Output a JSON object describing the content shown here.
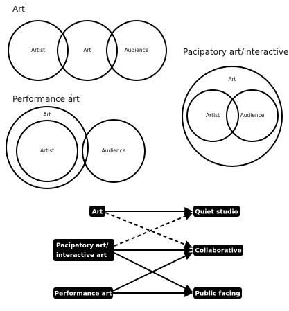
{
  "venn_art": {
    "title": "Art",
    "title_sup": "1",
    "labels": [
      "Artist",
      "Art",
      "Audience"
    ]
  },
  "venn_performance": {
    "title": "Performance art",
    "title_sup": "1",
    "outer_label": "Art",
    "inner_label": "Artist",
    "side_label": "Audience"
  },
  "venn_participatory": {
    "title": "Pacipatory art/interactive art",
    "title_sup": "1",
    "outer_label": "Art",
    "left_label": "Artist",
    "right_label": "Audience"
  },
  "flow": {
    "sources": [
      "Art",
      "Pacipatory art/",
      "interactive art",
      "Performance art"
    ],
    "targets": [
      "Quiet studio",
      "Collaborative",
      "Public facing"
    ]
  },
  "colors": {
    "ink": "#000000",
    "background": "#ffffff",
    "pill_text": "#ffffff"
  }
}
